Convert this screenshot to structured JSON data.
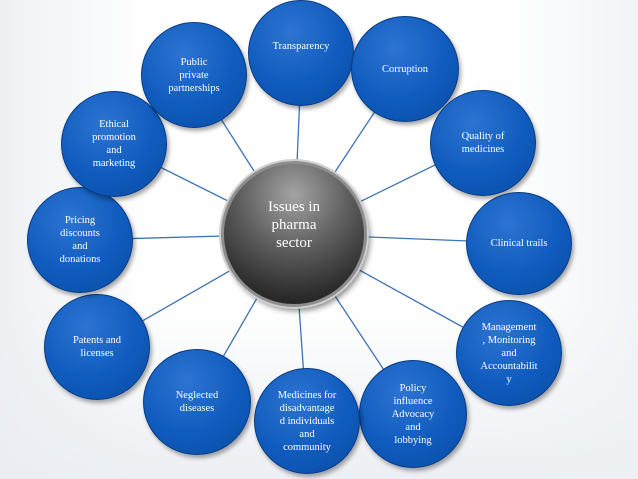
{
  "hub": {
    "label": "Issues in\npharma\nsector"
  },
  "nodes": [
    {
      "id": "transparency",
      "label": "Transparency"
    },
    {
      "id": "corruption",
      "label": "Corruption"
    },
    {
      "id": "quality",
      "label": "Quality of\nmedicines"
    },
    {
      "id": "clinical",
      "label": "Clinical trails"
    },
    {
      "id": "management",
      "label": "Management\n, Monitoring\nand\nAccountabilit\ny"
    },
    {
      "id": "policy",
      "label": "Policy\ninfluence\nAdvocacy\nand\nlobbying"
    },
    {
      "id": "medicines",
      "label": "Medicines for\ndisadvantage\nd individuals\nand\ncommunity"
    },
    {
      "id": "neglected",
      "label": "Neglected\ndiseases"
    },
    {
      "id": "patents",
      "label": "Patents and\nlicenses"
    },
    {
      "id": "pricing",
      "label": "Pricing\ndiscounts\nand\ndonations"
    },
    {
      "id": "ethical",
      "label": "Ethical\npromotion\nand\nmarketing"
    },
    {
      "id": "public",
      "label": "Public\nprivate\npartnerships"
    }
  ]
}
